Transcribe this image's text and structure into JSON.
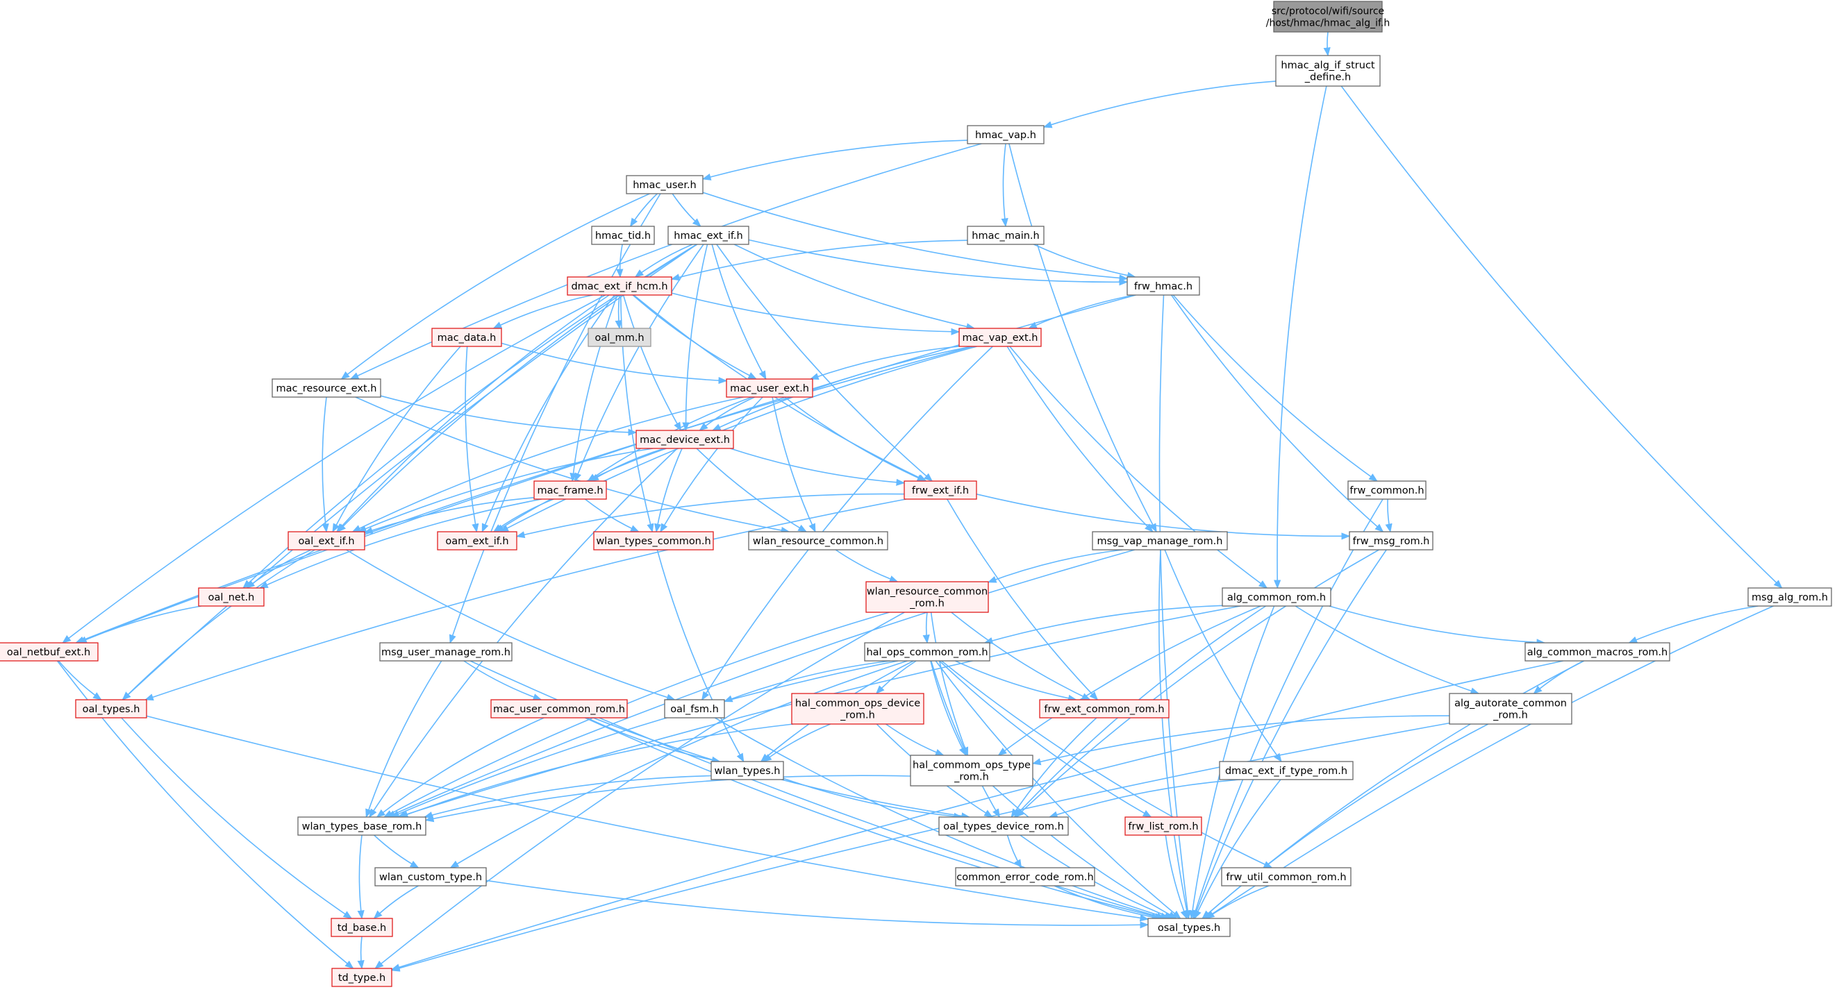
{
  "diagram": {
    "type": "include-dependency-graph",
    "root": "src/protocol/wifi/source/host/hmac/hmac_alg_if.h",
    "colors": {
      "edge": "#63b8ff",
      "red_border": "#e01e1e",
      "red_fill": "#fff0f0",
      "plain_border": "#666666",
      "gray_fill": "#e0e0e0",
      "root_fill": "#999999"
    },
    "nodes": [
      {
        "id": "root",
        "lines": [
          "src/protocol/wifi/source",
          "/host/hmac/hmac_alg_if.h"
        ],
        "style": "root"
      },
      {
        "id": "hmac_alg_if_struct_define",
        "lines": [
          "hmac_alg_if_struct",
          "_define.h"
        ],
        "style": "plain"
      },
      {
        "id": "hmac_vap",
        "lines": [
          "hmac_vap.h"
        ],
        "style": "plain"
      },
      {
        "id": "msg_alg_rom",
        "lines": [
          "msg_alg_rom.h"
        ],
        "style": "plain"
      },
      {
        "id": "hmac_user",
        "lines": [
          "hmac_user.h"
        ],
        "style": "plain"
      },
      {
        "id": "hmac_main",
        "lines": [
          "hmac_main.h"
        ],
        "style": "plain"
      },
      {
        "id": "hmac_tid",
        "lines": [
          "hmac_tid.h"
        ],
        "style": "plain"
      },
      {
        "id": "hmac_ext_if",
        "lines": [
          "hmac_ext_if.h"
        ],
        "style": "plain"
      },
      {
        "id": "dmac_ext_if_hcm",
        "lines": [
          "dmac_ext_if_hcm.h"
        ],
        "style": "red"
      },
      {
        "id": "frw_hmac",
        "lines": [
          "frw_hmac.h"
        ],
        "style": "plain"
      },
      {
        "id": "mac_data",
        "lines": [
          "mac_data.h"
        ],
        "style": "red"
      },
      {
        "id": "oal_mm",
        "lines": [
          "oal_mm.h"
        ],
        "style": "gray"
      },
      {
        "id": "mac_vap_ext",
        "lines": [
          "mac_vap_ext.h"
        ],
        "style": "red"
      },
      {
        "id": "mac_resource_ext",
        "lines": [
          "mac_resource_ext.h"
        ],
        "style": "plain"
      },
      {
        "id": "mac_user_ext",
        "lines": [
          "mac_user_ext.h"
        ],
        "style": "red"
      },
      {
        "id": "mac_device_ext",
        "lines": [
          "mac_device_ext.h"
        ],
        "style": "red"
      },
      {
        "id": "frw_common",
        "lines": [
          "frw_common.h"
        ],
        "style": "plain"
      },
      {
        "id": "mac_frame",
        "lines": [
          "mac_frame.h"
        ],
        "style": "red"
      },
      {
        "id": "frw_ext_if",
        "lines": [
          "frw_ext_if.h"
        ],
        "style": "red"
      },
      {
        "id": "oal_ext_if",
        "lines": [
          "oal_ext_if.h"
        ],
        "style": "red"
      },
      {
        "id": "oam_ext_if",
        "lines": [
          "oam_ext_if.h"
        ],
        "style": "red"
      },
      {
        "id": "wlan_types_common",
        "lines": [
          "wlan_types_common.h"
        ],
        "style": "red"
      },
      {
        "id": "wlan_resource_common",
        "lines": [
          "wlan_resource_common.h"
        ],
        "style": "plain"
      },
      {
        "id": "msg_vap_manage_rom",
        "lines": [
          "msg_vap_manage_rom.h"
        ],
        "style": "plain"
      },
      {
        "id": "frw_msg_rom",
        "lines": [
          "frw_msg_rom.h"
        ],
        "style": "plain"
      },
      {
        "id": "oal_net",
        "lines": [
          "oal_net.h"
        ],
        "style": "red"
      },
      {
        "id": "wlan_resource_common_rom",
        "lines": [
          "wlan_resource_common",
          "_rom.h"
        ],
        "style": "red"
      },
      {
        "id": "alg_common_rom",
        "lines": [
          "alg_common_rom.h"
        ],
        "style": "plain"
      },
      {
        "id": "oal_netbuf_ext",
        "lines": [
          "oal_netbuf_ext.h"
        ],
        "style": "red"
      },
      {
        "id": "msg_user_manage_rom",
        "lines": [
          "msg_user_manage_rom.h"
        ],
        "style": "plain"
      },
      {
        "id": "hal_ops_common_rom",
        "lines": [
          "hal_ops_common_rom.h"
        ],
        "style": "plain"
      },
      {
        "id": "alg_common_macros_rom",
        "lines": [
          "alg_common_macros_rom.h"
        ],
        "style": "plain"
      },
      {
        "id": "oal_types",
        "lines": [
          "oal_types.h"
        ],
        "style": "red"
      },
      {
        "id": "mac_user_common_rom",
        "lines": [
          "mac_user_common_rom.h"
        ],
        "style": "red"
      },
      {
        "id": "oal_fsm",
        "lines": [
          "oal_fsm.h"
        ],
        "style": "plain"
      },
      {
        "id": "hal_common_ops_device_rom",
        "lines": [
          "hal_common_ops_device",
          "_rom.h"
        ],
        "style": "red"
      },
      {
        "id": "frw_ext_common_rom",
        "lines": [
          "frw_ext_common_rom.h"
        ],
        "style": "red"
      },
      {
        "id": "alg_autorate_common_rom",
        "lines": [
          "alg_autorate_common",
          "_rom.h"
        ],
        "style": "plain"
      },
      {
        "id": "wlan_types",
        "lines": [
          "wlan_types.h"
        ],
        "style": "plain"
      },
      {
        "id": "hal_commom_ops_type_rom",
        "lines": [
          "hal_commom_ops_type",
          "_rom.h"
        ],
        "style": "plain"
      },
      {
        "id": "dmac_ext_if_type_rom",
        "lines": [
          "dmac_ext_if_type_rom.h"
        ],
        "style": "plain"
      },
      {
        "id": "wlan_types_base_rom",
        "lines": [
          "wlan_types_base_rom.h"
        ],
        "style": "plain"
      },
      {
        "id": "oal_types_device_rom",
        "lines": [
          "oal_types_device_rom.h"
        ],
        "style": "plain"
      },
      {
        "id": "frw_list_rom",
        "lines": [
          "frw_list_rom.h"
        ],
        "style": "red"
      },
      {
        "id": "wlan_custom_type",
        "lines": [
          "wlan_custom_type.h"
        ],
        "style": "plain"
      },
      {
        "id": "common_error_code_rom",
        "lines": [
          "common_error_code_rom.h"
        ],
        "style": "plain"
      },
      {
        "id": "frw_util_common_rom",
        "lines": [
          "frw_util_common_rom.h"
        ],
        "style": "plain"
      },
      {
        "id": "td_base",
        "lines": [
          "td_base.h"
        ],
        "style": "red"
      },
      {
        "id": "osal_types",
        "lines": [
          "osal_types.h"
        ],
        "style": "plain"
      },
      {
        "id": "td_type",
        "lines": [
          "td_type.h"
        ],
        "style": "red"
      }
    ],
    "edges": [
      [
        "root",
        "hmac_alg_if_struct_define"
      ],
      [
        "hmac_alg_if_struct_define",
        "hmac_vap"
      ],
      [
        "hmac_alg_if_struct_define",
        "msg_alg_rom"
      ],
      [
        "hmac_alg_if_struct_define",
        "alg_common_rom"
      ],
      [
        "hmac_vap",
        "hmac_user"
      ],
      [
        "hmac_vap",
        "hmac_main"
      ],
      [
        "hmac_vap",
        "mac_resource_ext"
      ],
      [
        "hmac_vap",
        "msg_vap_manage_rom"
      ],
      [
        "hmac_user",
        "hmac_tid"
      ],
      [
        "hmac_user",
        "hmac_ext_if"
      ],
      [
        "hmac_user",
        "frw_hmac"
      ],
      [
        "hmac_user",
        "mac_resource_ext"
      ],
      [
        "hmac_user",
        "msg_user_manage_rom"
      ],
      [
        "hmac_main",
        "dmac_ext_if_hcm"
      ],
      [
        "hmac_main",
        "frw_hmac"
      ],
      [
        "hmac_tid",
        "dmac_ext_if_hcm"
      ],
      [
        "hmac_ext_if",
        "dmac_ext_if_hcm"
      ],
      [
        "hmac_ext_if",
        "frw_hmac"
      ],
      [
        "hmac_ext_if",
        "mac_vap_ext"
      ],
      [
        "hmac_ext_if",
        "mac_user_ext"
      ],
      [
        "hmac_ext_if",
        "mac_device_ext"
      ],
      [
        "hmac_ext_if",
        "frw_ext_if"
      ],
      [
        "hmac_ext_if",
        "mac_frame"
      ],
      [
        "hmac_ext_if",
        "oal_ext_if"
      ],
      [
        "hmac_ext_if",
        "oal_net"
      ],
      [
        "hmac_ext_if",
        "oal_types"
      ],
      [
        "dmac_ext_if_hcm",
        "mac_data"
      ],
      [
        "dmac_ext_if_hcm",
        "oal_mm"
      ],
      [
        "dmac_ext_if_hcm",
        "mac_vap_ext"
      ],
      [
        "dmac_ext_if_hcm",
        "mac_user_ext"
      ],
      [
        "dmac_ext_if_hcm",
        "mac_device_ext"
      ],
      [
        "dmac_ext_if_hcm",
        "mac_frame"
      ],
      [
        "dmac_ext_if_hcm",
        "frw_ext_if"
      ],
      [
        "dmac_ext_if_hcm",
        "oal_ext_if"
      ],
      [
        "dmac_ext_if_hcm",
        "oam_ext_if"
      ],
      [
        "dmac_ext_if_hcm",
        "wlan_types_common"
      ],
      [
        "dmac_ext_if_hcm",
        "oal_netbuf_ext"
      ],
      [
        "frw_hmac",
        "mac_vap_ext"
      ],
      [
        "frw_hmac",
        "frw_common"
      ],
      [
        "frw_hmac",
        "frw_msg_rom"
      ],
      [
        "frw_hmac",
        "osal_types"
      ],
      [
        "frw_hmac",
        "oal_netbuf_ext"
      ],
      [
        "mac_data",
        "mac_user_ext"
      ],
      [
        "mac_data",
        "oal_ext_if"
      ],
      [
        "mac_data",
        "oam_ext_if"
      ],
      [
        "mac_vap_ext",
        "mac_user_ext"
      ],
      [
        "mac_vap_ext",
        "mac_device_ext"
      ],
      [
        "mac_vap_ext",
        "msg_vap_manage_rom"
      ],
      [
        "mac_vap_ext",
        "alg_common_rom"
      ],
      [
        "mac_vap_ext",
        "oal_fsm"
      ],
      [
        "mac_vap_ext",
        "oam_ext_if"
      ],
      [
        "mac_vap_ext",
        "oal_netbuf_ext"
      ],
      [
        "mac_resource_ext",
        "mac_device_ext"
      ],
      [
        "mac_resource_ext",
        "oal_ext_if"
      ],
      [
        "mac_resource_ext",
        "wlan_resource_common"
      ],
      [
        "mac_user_ext",
        "mac_device_ext"
      ],
      [
        "mac_user_ext",
        "mac_frame"
      ],
      [
        "mac_user_ext",
        "frw_ext_if"
      ],
      [
        "mac_user_ext",
        "oal_ext_if"
      ],
      [
        "mac_user_ext",
        "wlan_types_common"
      ],
      [
        "mac_user_ext",
        "wlan_resource_common"
      ],
      [
        "mac_device_ext",
        "mac_frame"
      ],
      [
        "mac_device_ext",
        "frw_ext_if"
      ],
      [
        "mac_device_ext",
        "oal_ext_if"
      ],
      [
        "mac_device_ext",
        "oam_ext_if"
      ],
      [
        "mac_device_ext",
        "wlan_types_common"
      ],
      [
        "mac_device_ext",
        "wlan_resource_common"
      ],
      [
        "mac_device_ext",
        "wlan_types_base_rom"
      ],
      [
        "frw_common",
        "frw_msg_rom"
      ],
      [
        "frw_common",
        "osal_types"
      ],
      [
        "mac_frame",
        "oal_ext_if"
      ],
      [
        "mac_frame",
        "oam_ext_if"
      ],
      [
        "mac_frame",
        "wlan_types_common"
      ],
      [
        "mac_frame",
        "oal_net"
      ],
      [
        "frw_ext_if",
        "oam_ext_if"
      ],
      [
        "frw_ext_if",
        "frw_msg_rom"
      ],
      [
        "frw_ext_if",
        "frw_ext_common_rom"
      ],
      [
        "frw_ext_if",
        "oal_types"
      ],
      [
        "oal_ext_if",
        "oal_net"
      ],
      [
        "oal_ext_if",
        "oal_types"
      ],
      [
        "oal_ext_if",
        "oal_fsm"
      ],
      [
        "wlan_types_common",
        "wlan_types"
      ],
      [
        "wlan_resource_common",
        "wlan_resource_common_rom"
      ],
      [
        "msg_vap_manage_rom",
        "wlan_resource_common_rom"
      ],
      [
        "msg_vap_manage_rom",
        "dmac_ext_if_type_rom"
      ],
      [
        "msg_vap_manage_rom",
        "osal_types"
      ],
      [
        "msg_vap_manage_rom",
        "wlan_types_base_rom"
      ],
      [
        "frw_msg_rom",
        "oal_types_device_rom"
      ],
      [
        "frw_msg_rom",
        "osal_types"
      ],
      [
        "oal_net",
        "oal_netbuf_ext"
      ],
      [
        "wlan_resource_common_rom",
        "hal_ops_common_rom"
      ],
      [
        "wlan_resource_common_rom",
        "frw_ext_common_rom"
      ],
      [
        "wlan_resource_common_rom",
        "hal_commom_ops_type_rom"
      ],
      [
        "wlan_resource_common_rom",
        "wlan_types_base_rom"
      ],
      [
        "wlan_resource_common_rom",
        "td_type"
      ],
      [
        "alg_common_rom",
        "hal_ops_common_rom"
      ],
      [
        "alg_common_rom",
        "alg_common_macros_rom"
      ],
      [
        "alg_common_rom",
        "alg_autorate_common_rom"
      ],
      [
        "alg_common_rom",
        "hal_commom_ops_type_rom"
      ],
      [
        "alg_common_rom",
        "oal_types_device_rom"
      ],
      [
        "alg_common_rom",
        "osal_types"
      ],
      [
        "alg_common_rom",
        "wlan_types_base_rom"
      ],
      [
        "oal_netbuf_ext",
        "oal_types"
      ],
      [
        "oal_netbuf_ext",
        "td_type"
      ],
      [
        "msg_user_manage_rom",
        "mac_user_common_rom"
      ],
      [
        "msg_user_manage_rom",
        "wlan_types_base_rom"
      ],
      [
        "msg_user_manage_rom",
        "osal_types"
      ],
      [
        "hal_ops_common_rom",
        "oal_fsm"
      ],
      [
        "hal_ops_common_rom",
        "hal_common_ops_device_rom"
      ],
      [
        "hal_ops_common_rom",
        "frw_ext_common_rom"
      ],
      [
        "hal_ops_common_rom",
        "wlan_types"
      ],
      [
        "hal_ops_common_rom",
        "hal_commom_ops_type_rom"
      ],
      [
        "hal_ops_common_rom",
        "oal_types_device_rom"
      ],
      [
        "hal_ops_common_rom",
        "frw_list_rom"
      ],
      [
        "hal_ops_common_rom",
        "frw_util_common_rom"
      ],
      [
        "hal_ops_common_rom",
        "wlan_custom_type"
      ],
      [
        "hal_ops_common_rom",
        "wlan_types_base_rom"
      ],
      [
        "hal_ops_common_rom",
        "osal_types"
      ],
      [
        "msg_alg_rom",
        "alg_common_macros_rom"
      ],
      [
        "msg_alg_rom",
        "osal_types"
      ],
      [
        "alg_common_macros_rom",
        "alg_autorate_common_rom"
      ],
      [
        "alg_common_macros_rom",
        "osal_types"
      ],
      [
        "alg_common_macros_rom",
        "td_type"
      ],
      [
        "oal_types",
        "td_base"
      ],
      [
        "oal_types",
        "osal_types"
      ],
      [
        "mac_user_common_rom",
        "wlan_types"
      ],
      [
        "mac_user_common_rom",
        "wlan_types_base_rom"
      ],
      [
        "mac_user_common_rom",
        "oal_types_device_rom"
      ],
      [
        "mac_user_common_rom",
        "osal_types"
      ],
      [
        "oal_fsm",
        "osal_types"
      ],
      [
        "hal_common_ops_device_rom",
        "wlan_types"
      ],
      [
        "hal_common_ops_device_rom",
        "hal_commom_ops_type_rom"
      ],
      [
        "hal_common_ops_device_rom",
        "oal_types_device_rom"
      ],
      [
        "hal_common_ops_device_rom",
        "wlan_types_base_rom"
      ],
      [
        "frw_ext_common_rom",
        "oal_types_device_rom"
      ],
      [
        "alg_autorate_common_rom",
        "hal_commom_ops_type_rom"
      ],
      [
        "alg_autorate_common_rom",
        "osal_types"
      ],
      [
        "alg_autorate_common_rom",
        "td_type"
      ],
      [
        "wlan_types",
        "wlan_types_base_rom"
      ],
      [
        "wlan_types",
        "oal_types_device_rom"
      ],
      [
        "hal_commom_ops_type_rom",
        "wlan_types_base_rom"
      ],
      [
        "hal_commom_ops_type_rom",
        "osal_types"
      ],
      [
        "dmac_ext_if_type_rom",
        "oal_types_device_rom"
      ],
      [
        "dmac_ext_if_type_rom",
        "osal_types"
      ],
      [
        "wlan_types_base_rom",
        "wlan_custom_type"
      ],
      [
        "wlan_types_base_rom",
        "td_base"
      ],
      [
        "oal_types_device_rom",
        "common_error_code_rom"
      ],
      [
        "oal_types_device_rom",
        "osal_types"
      ],
      [
        "frw_list_rom",
        "osal_types"
      ],
      [
        "wlan_custom_type",
        "td_base"
      ],
      [
        "wlan_custom_type",
        "osal_types"
      ],
      [
        "common_error_code_rom",
        "osal_types"
      ],
      [
        "frw_util_common_rom",
        "osal_types"
      ],
      [
        "td_base",
        "td_type"
      ]
    ]
  }
}
